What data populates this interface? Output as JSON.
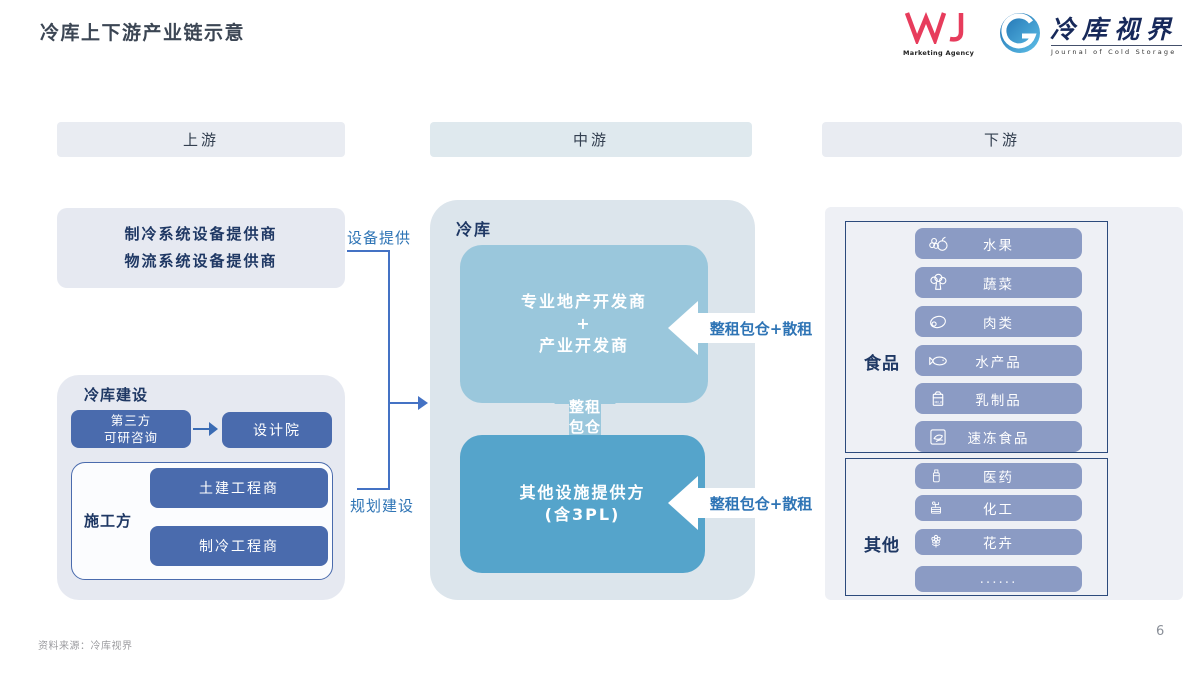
{
  "slide": {
    "title": "冷库上下游产业链示意",
    "page_number": "6",
    "source_note": "资料来源：冷库视界"
  },
  "logos": {
    "marketing_agency": {
      "caption": "Marketing Agency"
    },
    "journal": {
      "brand_cn": "冷库视界",
      "caption_en": "Journal of Cold Storage"
    }
  },
  "lanes": {
    "upstream": "上游",
    "midstream": "中游",
    "downstream": "下游"
  },
  "upstream": {
    "equipment_providers": {
      "line1": "制冷系统设备提供商",
      "line2": "物流系统设备提供商"
    },
    "construction": {
      "title": "冷库建设",
      "feasibility_line1": "第三方",
      "feasibility_line2": "可研咨询",
      "design_institute": "设计院",
      "contractor_label": "施工方",
      "civil_contractor": "土建工程商",
      "refrigeration_contractor": "制冷工程商"
    },
    "links": {
      "equipment_supply": "设备提供",
      "planning_construction": "规划建设"
    }
  },
  "midstream": {
    "container_label": "冷库",
    "developer_box": {
      "line1": "专业地产开发商",
      "line2": "+",
      "line3": "产业开发商"
    },
    "facility_box": {
      "line1": "其他设施提供方",
      "line2": "(含3PL)"
    },
    "internal_arrow": {
      "line1": "整租",
      "line2": "包仓"
    },
    "lease_arrow_top": "整租包仓+散租",
    "lease_arrow_bottom": "整租包仓+散租"
  },
  "downstream": {
    "groups": [
      {
        "label": "食品",
        "items": [
          {
            "icon": "fruit-icon",
            "label": "水果"
          },
          {
            "icon": "vegetable-icon",
            "label": "蔬菜"
          },
          {
            "icon": "meat-icon",
            "label": "肉类"
          },
          {
            "icon": "fish-icon",
            "label": "水产品"
          },
          {
            "icon": "milk-icon",
            "label": "乳制品"
          },
          {
            "icon": "frozen-food-icon",
            "label": "速冻食品"
          }
        ]
      },
      {
        "label": "其他",
        "items": [
          {
            "icon": "medicine-icon",
            "label": "医药"
          },
          {
            "icon": "chemical-icon",
            "label": "化工"
          },
          {
            "icon": "flower-icon",
            "label": "花卉"
          },
          {
            "icon": "none",
            "label": "......"
          }
        ]
      }
    ]
  },
  "colors": {
    "solid_box_blue": "#4a6bad",
    "mid_light_blue": "#9ac7dc",
    "mid_dark_blue": "#55a4cb",
    "pill_blue": "#8b9bc4",
    "link_blue": "#2e74b5",
    "navy_text": "#1f3864",
    "light_panel": "#e6e9f1",
    "brand_red": "#e73c5c"
  }
}
